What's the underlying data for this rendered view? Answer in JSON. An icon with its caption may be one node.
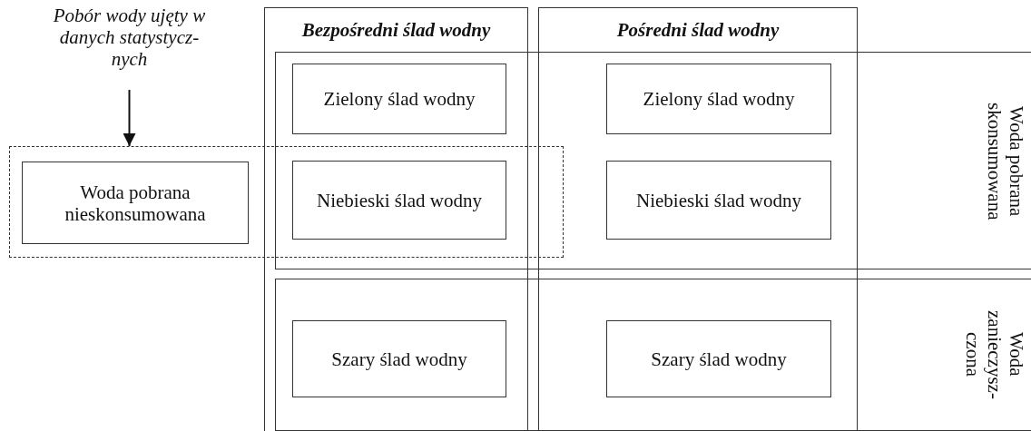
{
  "diagram": {
    "nodes": [
      {
        "text": [
          "Bezpośredni ślad wodny"
        ]
      },
      {
        "text": [
          "Pośredni ślad wodny"
        ]
      },
      {
        "text": [
          "Pobór wody ujęty w danych statystycz- nych"
        ]
      },
      {
        "text": [
          "Woda pobrana skonsumowana"
        ]
      },
      {
        "text": [
          "Zielony ślad wodny"
        ]
      },
      {
        "text": [
          "Zielony ślad wodny"
        ]
      },
      {
        "text": [],
        "shape": "box"
      },
      {
        "text": [
          "Woda pobrana nieskonsumowana"
        ],
        "in": 6
      },
      {
        "text": [
          "Niebieski ślad wodny"
        ]
      },
      {
        "text": [
          "Niebieski ślad wodny"
        ]
      },
      {
        "text": [
          "Woda zanieczysz- czona"
        ]
      },
      {
        "text": [
          "Szary ślad wodny"
        ]
      },
      {
        "text": [
          "Szary ślad wodny"
        ]
      }
    ],
    "edges": [
      {
        "from": 2,
        "to": 6,
        "arrow": "to"
      }
    ]
  }
}
